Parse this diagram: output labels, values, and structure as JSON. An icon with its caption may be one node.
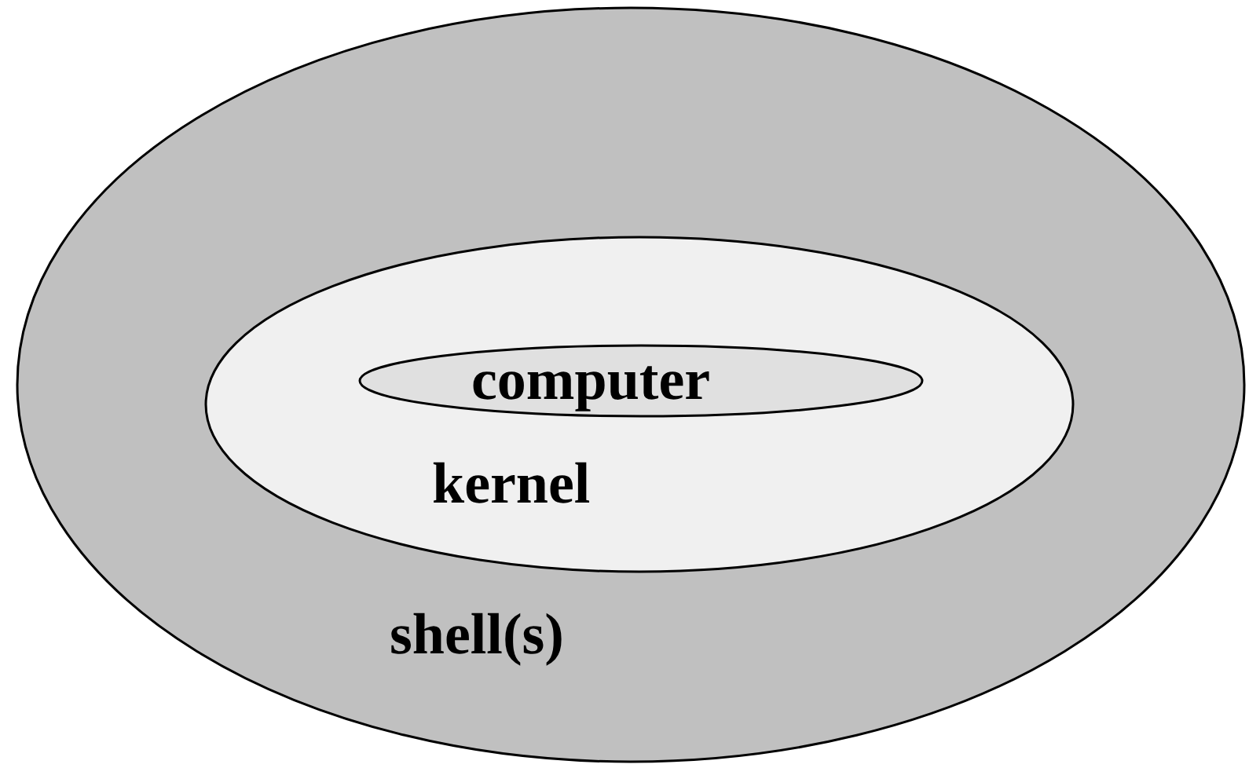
{
  "diagram": {
    "nodes": [
      {
        "text": [
          "shell(s)"
        ]
      },
      {
        "text": [
          "kernel"
        ],
        "in": 0
      },
      {
        "text": [
          "computer"
        ],
        "in": 1
      }
    ]
  }
}
